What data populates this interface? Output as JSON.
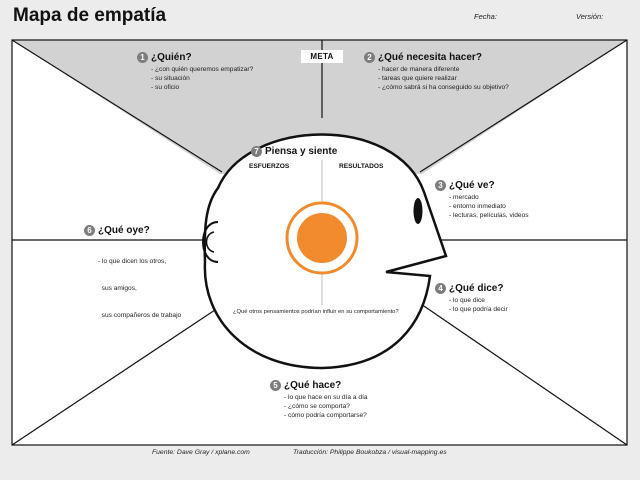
{
  "title": "Mapa de empatía",
  "header": {
    "fecha": "Fecha:",
    "version": "Versión:"
  },
  "meta": "META",
  "sections": {
    "quien": {
      "num": "1",
      "title": "¿Quién?",
      "items": [
        "- ¿con quién queremos empatizar?",
        "- su situación",
        "- su oficio"
      ]
    },
    "necesita": {
      "num": "2",
      "title": "¿Qué necesita hacer?",
      "items": [
        "- hacer de manera diferente",
        "- tareas que quiere realizar",
        "- ¿cómo sabrá si ha conseguido su objetivo?"
      ]
    },
    "ve": {
      "num": "3",
      "title": "¿Qué ve?",
      "items": [
        "- mercado",
        "- entorno inmediato",
        "- lecturas, películas, videos"
      ]
    },
    "dice": {
      "num": "4",
      "title": "¿Qué dice?",
      "items": [
        "- lo que dice",
        "- lo que podría decir"
      ]
    },
    "hace": {
      "num": "5",
      "title": "¿Qué hace?",
      "items": [
        "- lo que hace en su día a día",
        "- ¿cómo se comporta?",
        "- cómo podría comportarse?"
      ]
    },
    "oye": {
      "num": "6",
      "title": "¿Qué oye?",
      "items": [
        "- lo que dicen los otros,",
        "  sus amigos,",
        "  sus compañeros de trabajo"
      ]
    },
    "piensa": {
      "num": "7",
      "title": "Piensa y siente",
      "esfuerzos": "ESFUERZOS",
      "resultados": "RESULTADOS",
      "question": "¿Qué otros pensamientos podrían influir en su comportamiento?"
    }
  },
  "footer": {
    "fuente": "Fuente: Dave Gray / xplane.com",
    "traduccion": "Traducción: Philippe Boukobza / visual-mapping.es"
  },
  "colors": {
    "accent": "#f28a2e",
    "background": "#ececec",
    "gray": "#d0d0d0"
  }
}
